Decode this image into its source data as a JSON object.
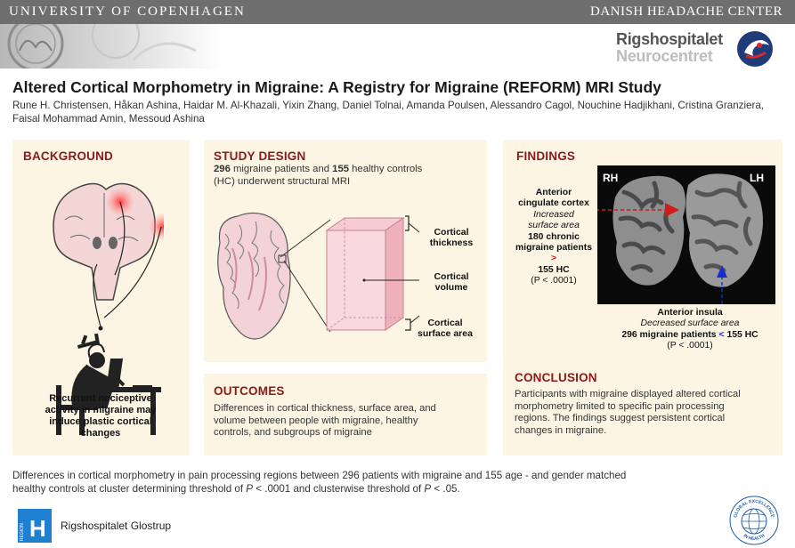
{
  "header": {
    "university": "UNIVERSITY OF COPENHAGEN",
    "center": "DANISH HEADACHE CENTER",
    "hospital_name": "Rigshospitalet",
    "hospital_sub": "Neurocentret"
  },
  "title": "Altered Cortical Morphometry in Migraine: A Registry for Migraine (REFORM) MRI Study",
  "authors": "Rune H. Christensen, Håkan Ashina, Haidar M. Al-Khazali, Yixin Zhang, Daniel Tolnai, Amanda Poulsen, Alessandro Cagol, Nouchine Hadjikhani, Cristina Granziera, Faisal Mohammad Amin, Messoud Ashina",
  "background": {
    "heading": "BACKGROUND",
    "caption_line1": "Recurrent nociceptive",
    "caption_line2": "activity in migraine may",
    "caption_line3": "induce plastic cortical",
    "caption_line4": "changes"
  },
  "study_design": {
    "heading": "STUDY DESIGN",
    "patients_count": "296",
    "text_a": " migraine patients and ",
    "controls_count": "155",
    "text_b": " healthy controls",
    "text_line2": "(HC) underwent structural MRI",
    "label_thickness_1": "Cortical",
    "label_thickness_2": "thickness",
    "label_volume_1": "Cortical",
    "label_volume_2": "volume",
    "label_surface_1": "Cortical",
    "label_surface_2": "surface area"
  },
  "outcomes": {
    "heading": "OUTCOMES",
    "line1": "Differences in cortical thickness, surface area, and",
    "line2": "volume between people with migraine, healthy",
    "line3": "controls, and subgroups of migraine"
  },
  "findings": {
    "heading": "FINDINGS",
    "rh": "RH",
    "lh": "LH",
    "acc_title_1": "Anterior",
    "acc_title_2": "cingulate cortex",
    "acc_effect_1": "Increased",
    "acc_effect_2": "surface area",
    "acc_group_1": "180 chronic",
    "acc_group_2": "migraine patients",
    "acc_cmp": ">",
    "acc_control": "155 HC",
    "acc_p": "(P < .0001)",
    "ins_title": "Anterior insula",
    "ins_effect": "Decreased surface area",
    "ins_group": "296 migraine patients",
    "ins_cmp": "<",
    "ins_control": "155 HC",
    "ins_p": "(P < .0001)"
  },
  "conclusion": {
    "heading": "CONCLUSION",
    "line1": "Participants with migraine displayed altered cortical",
    "line2": "morphometry limited to specific pain processing",
    "line3": "regions. The findings suggest persistent cortical",
    "line4": "changes in migraine."
  },
  "footer": {
    "line1": "Differences in cortical morphometry in pain processing regions between 296 patients with migraine and 155 age - and gender matched",
    "line2a": "healthy controls at cluster determining threshold of ",
    "p1": "P",
    "line2b": " < .0001 and clusterwise threshold of ",
    "p2": "P",
    "line2c": " < .05.",
    "org": "Rigshospitalet Glostrup",
    "region_logo_text": "REGION",
    "region_logo_letter": "H",
    "badge_top": "GLOBAL EXCELLENCE",
    "badge_bottom": "IN HEALTH"
  },
  "colors": {
    "header_bar": "#6e6e6e",
    "panel_bg": "#fdf5e4",
    "heading_red": "#8a1a1a",
    "arrow_red": "#d11a1a",
    "arrow_blue": "#1a2bd1",
    "region_blue": "#1f7fd1"
  }
}
